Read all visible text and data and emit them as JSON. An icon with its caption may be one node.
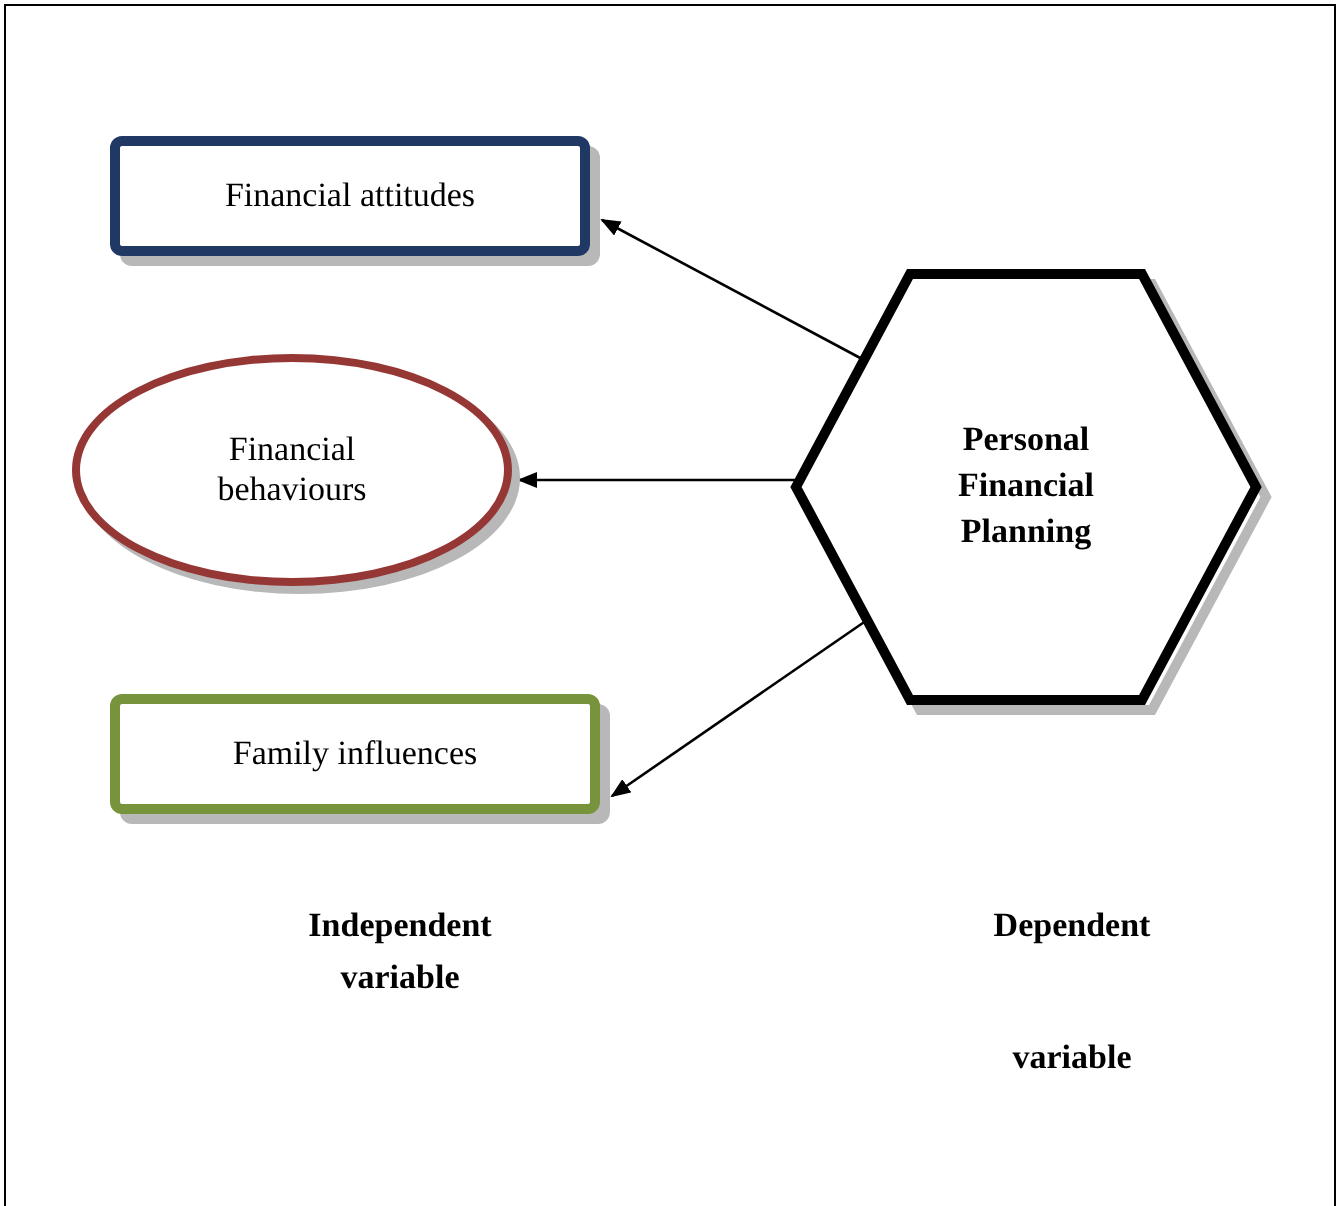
{
  "diagram": {
    "nodes": [
      {
        "text": [
          "Financial attitudes"
        ]
      },
      {
        "text": [
          "Financial behaviours"
        ]
      },
      {
        "text": [
          "Family influences"
        ]
      },
      {
        "text": [
          "Personal Financial Planning"
        ]
      }
    ],
    "edges": [
      {
        "from": 3,
        "to": 0,
        "arrow": "to"
      },
      {
        "from": 3,
        "to": 1,
        "arrow": "to"
      },
      {
        "from": 3,
        "to": 2,
        "arrow": "to"
      }
    ],
    "labels": [
      "Independent variable",
      "Dependent variable"
    ]
  }
}
